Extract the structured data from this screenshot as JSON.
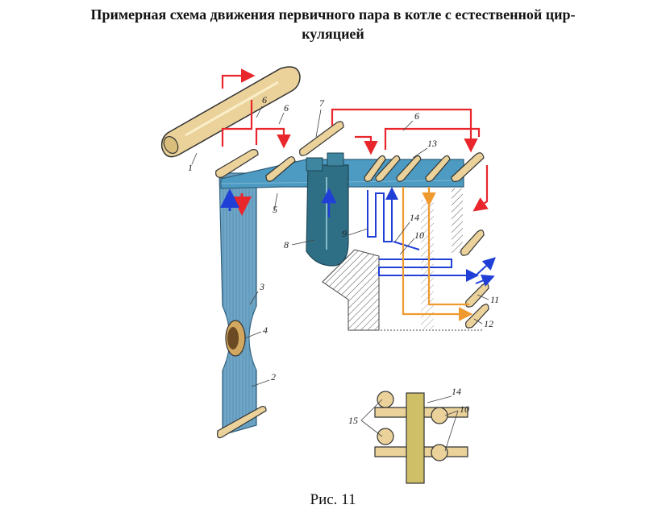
{
  "title_line1": "Примерная схема движения первичного пара в котле с естественной цир-",
  "title_line2": "куляцией",
  "caption": "Рис. 11",
  "labels": {
    "l1": "1",
    "l2": "2",
    "l3": "3",
    "l4": "4",
    "l5": "5",
    "l6a": "6",
    "l6b": "6",
    "l6c": "6",
    "l7": "7",
    "l8": "8",
    "l9": "9",
    "l10a": "10",
    "l10b": "10",
    "l11": "11",
    "l12": "12",
    "l13": "13",
    "l14a": "14",
    "l14b": "14",
    "l15": "15"
  },
  "colors": {
    "steam_red": "#e8262b",
    "water_blue": "#1f3fd6",
    "orange_flow": "#ef9a2e",
    "tube_fill": "#ead29a",
    "header_blue": "#4d9bc2",
    "screen_blue": "#6fa6c8",
    "separator_dark": "#2f6f86",
    "outline": "#333333"
  },
  "icons": [
    "arrow-icon"
  ]
}
